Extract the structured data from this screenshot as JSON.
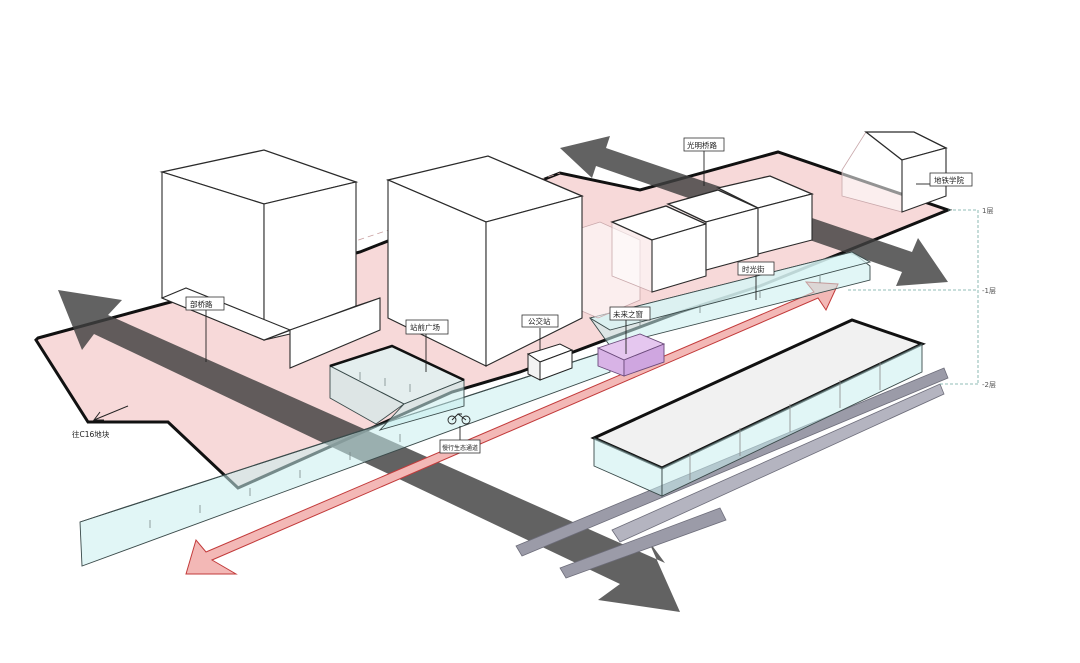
{
  "labels": {
    "guangming_road": "光明桥路",
    "metro_academy": "地铁学院",
    "time_street": "时光街",
    "future_window": "未来之窗",
    "bus_stop": "公交站",
    "station_plaza": "站前广场",
    "bridge": "部桥路",
    "bike": "慢行生态通道",
    "to_c16": "往C16地块"
  },
  "levels": {
    "l1": "1层",
    "b1": "-1层",
    "b2": "-2层"
  },
  "colors": {
    "ground": "#f7d9d9",
    "arrow_dark": "#4a4a4a",
    "arrow_pink": "#f3b8b6",
    "glass": "#cdeeee",
    "track": "#9b9ba8",
    "future_window": "#e5c7ef"
  }
}
